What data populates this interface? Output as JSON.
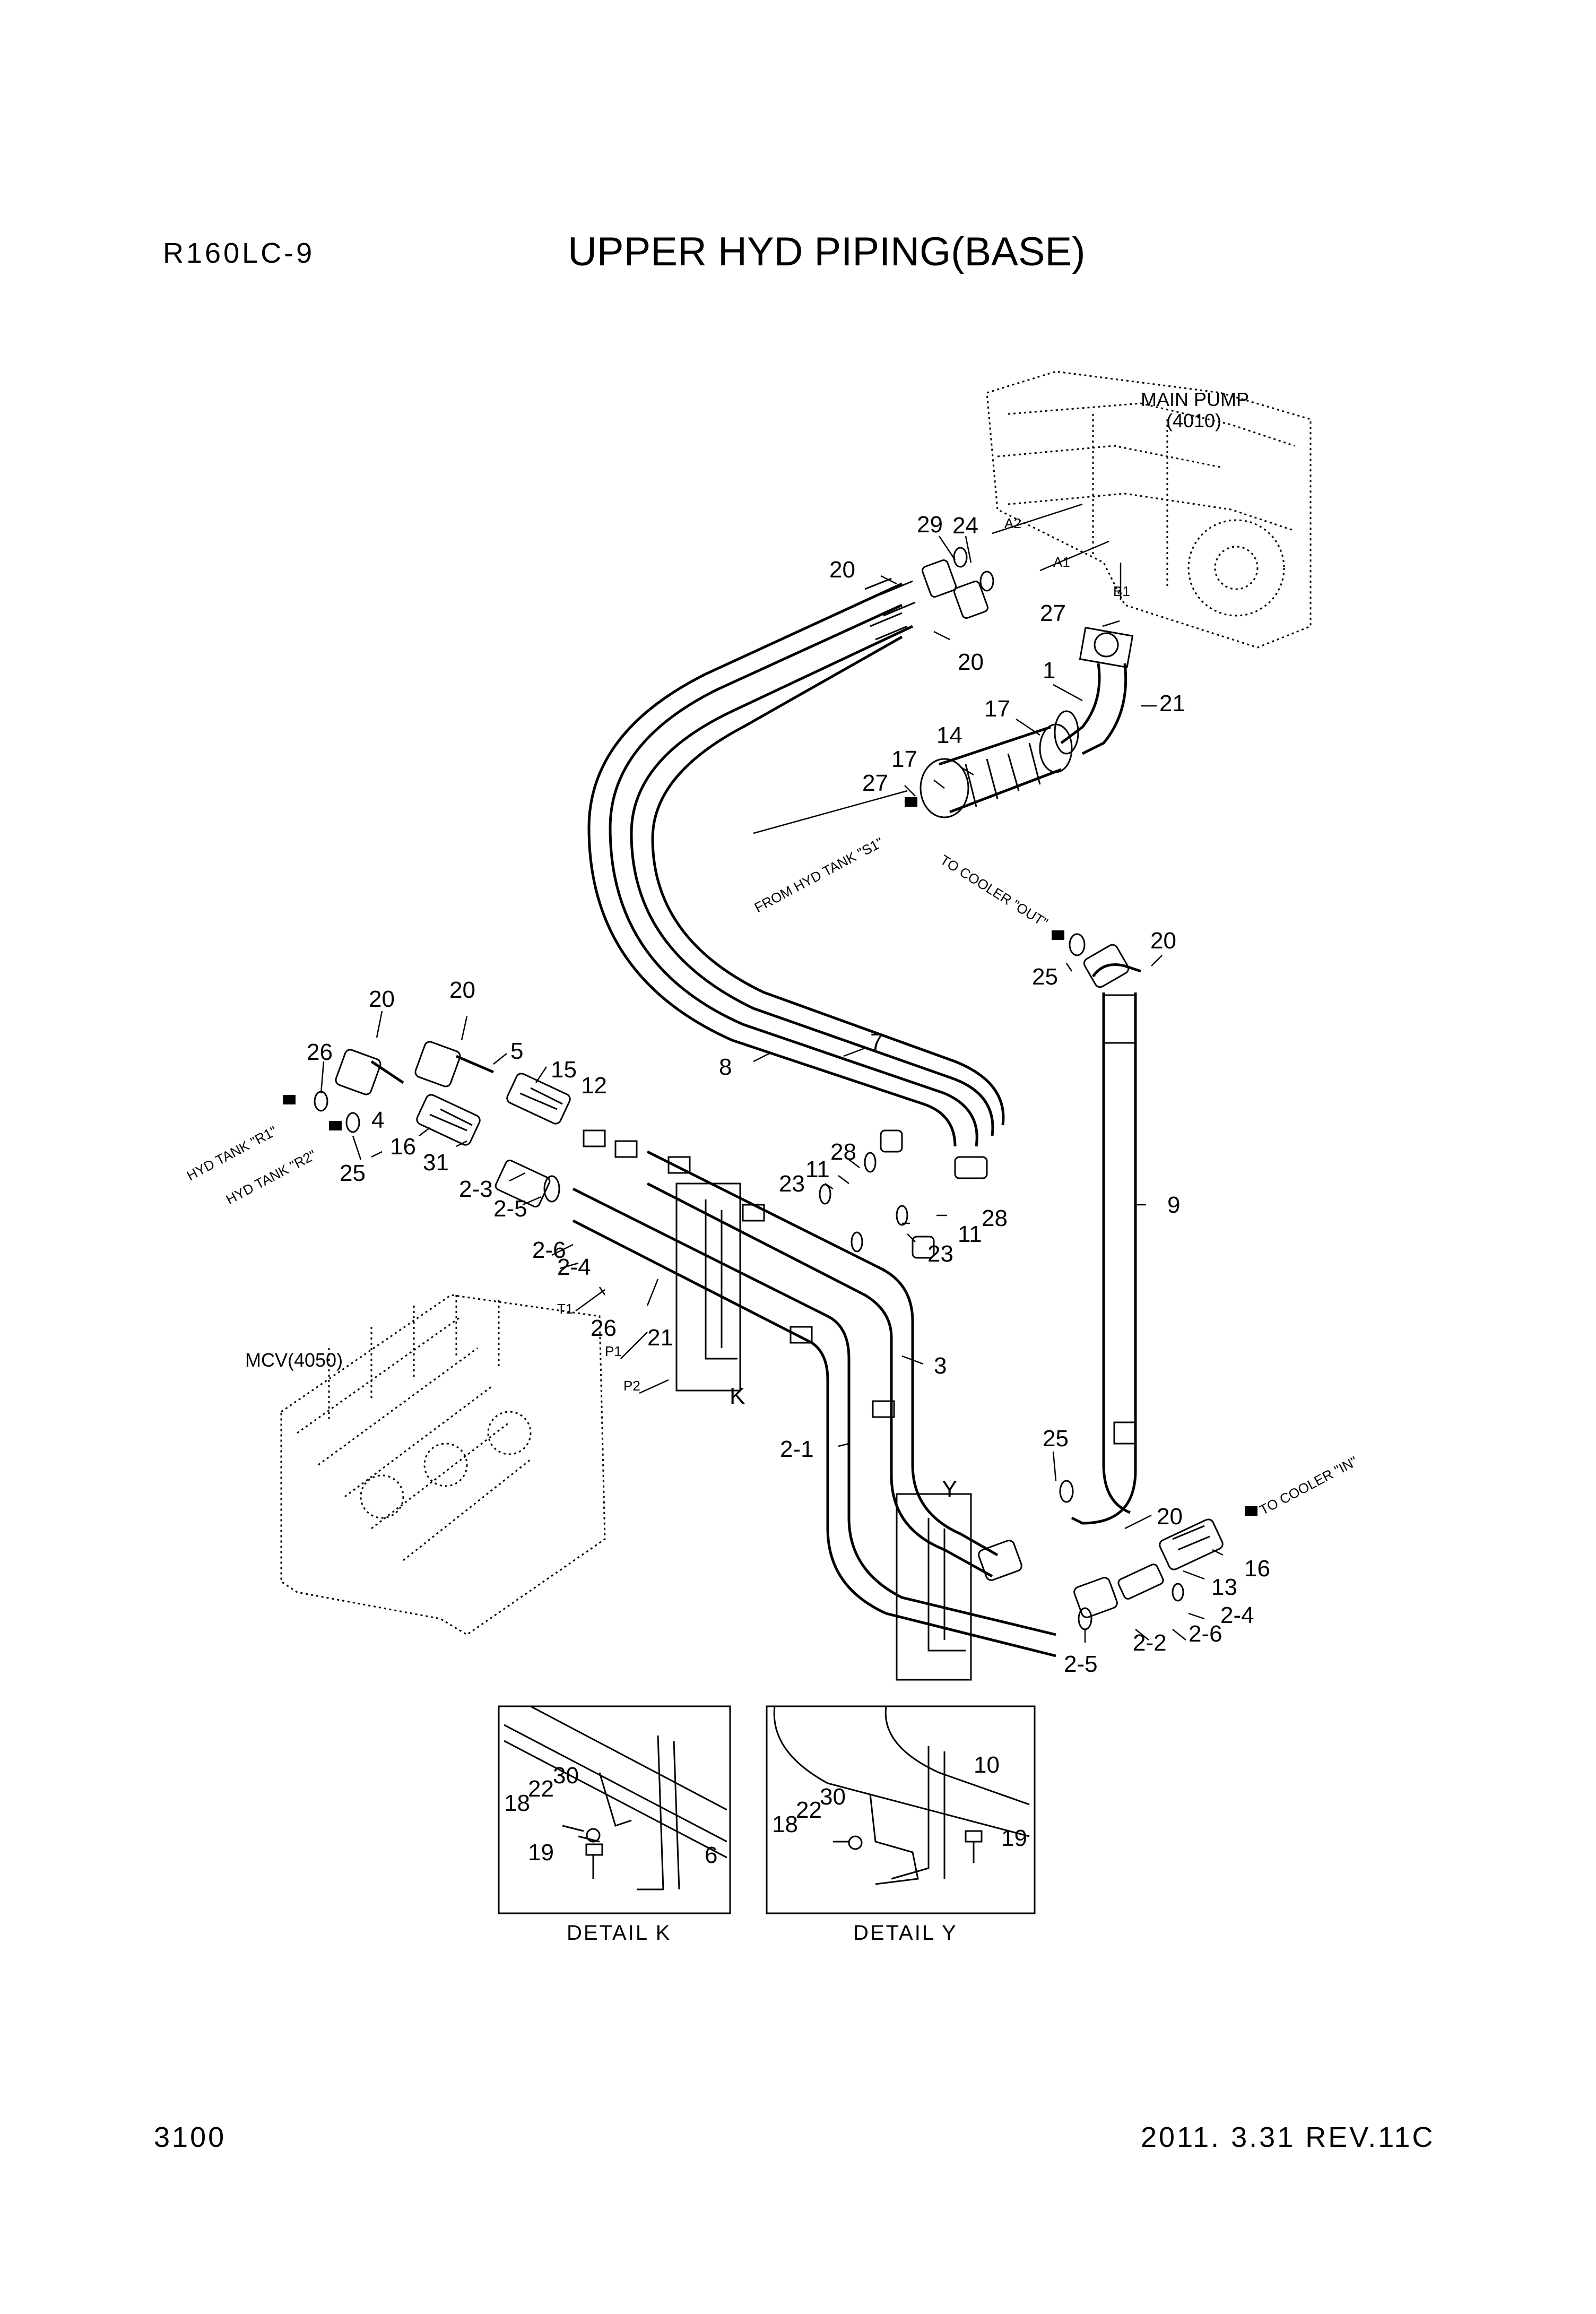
{
  "header": {
    "model": "R160LC-9",
    "title": "UPPER HYD PIPING(BASE)"
  },
  "footer": {
    "page_number": "3100",
    "revision": "2011. 3.31 REV.11C"
  },
  "components": {
    "main_pump": "MAIN PUMP",
    "main_pump_code": "(4010)",
    "mcv": "MCV(4050)",
    "port_a1": "A1",
    "port_a2": "A2",
    "port_b1": "B1",
    "port_t1": "T1",
    "port_p1": "P1",
    "port_p2": "P2"
  },
  "connections": {
    "from_hyd_tank": "FROM HYD TANK \"S1\"",
    "to_cooler_out": "TO COOLER \"OUT\"",
    "to_cooler_in": "TO COOLER \"IN\"",
    "hyd_tank_r1": "HYD TANK \"R1\"",
    "hyd_tank_r2": "HYD TANK \"R2\""
  },
  "details": {
    "k_marker": "K",
    "y_marker": "Y",
    "detail_k": "DETAIL K",
    "detail_y": "DETAIL Y"
  },
  "callouts": {
    "pump_area": [
      "29",
      "24",
      "20",
      "20",
      "27",
      "1",
      "21",
      "17",
      "14",
      "17",
      "27"
    ],
    "cooler_out": [
      "20",
      "25",
      "9"
    ],
    "hoses": [
      "7",
      "8"
    ],
    "tank_return": [
      "20",
      "20",
      "26",
      "5",
      "15",
      "12",
      "4",
      "16",
      "31",
      "25",
      "2-3",
      "2-5",
      "2-6",
      "2-4",
      "26",
      "21"
    ],
    "center": [
      "28",
      "11",
      "23",
      "11",
      "28",
      "23",
      "3",
      "2-1"
    ],
    "cooler_in": [
      "25",
      "20",
      "16",
      "13",
      "2-4",
      "2-6",
      "2-2",
      "2-5"
    ],
    "detail_k": [
      "30",
      "22",
      "18",
      "19",
      "6"
    ],
    "detail_y": [
      "10",
      "30",
      "22",
      "18",
      "19"
    ]
  }
}
